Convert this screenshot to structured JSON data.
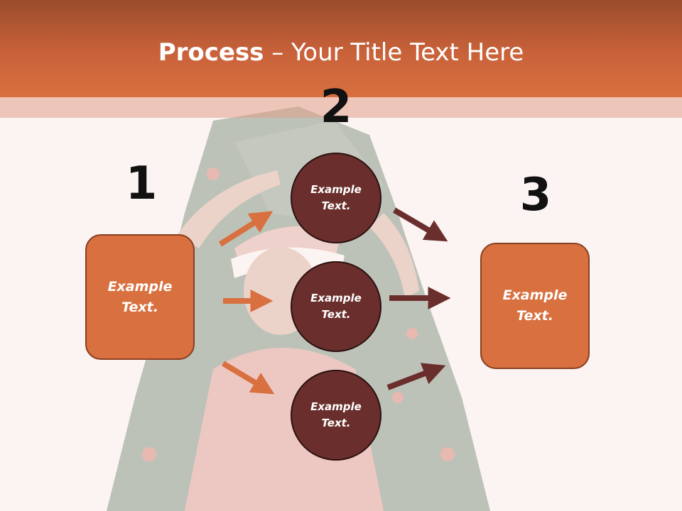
{
  "slide": {
    "title_bold": "Process",
    "title_rest": " – Your Title Text Here"
  },
  "steps": [
    {
      "number": "1",
      "text": "Example Text."
    },
    {
      "number": "2",
      "items": [
        "Example Text.",
        "Example Text.",
        "Example Text."
      ]
    },
    {
      "number": "3",
      "text": "Example Text."
    }
  ],
  "colors": {
    "header": "#c9623a",
    "box_fill": "#d8703f",
    "circle_fill": "#6a2f2c",
    "arrow_left": "#d8703f",
    "arrow_right": "#6a2f2c"
  }
}
